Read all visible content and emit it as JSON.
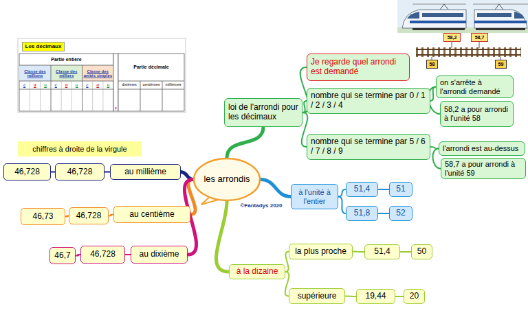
{
  "diagram": {
    "nodes": [
      {
        "text": [
          "chiffres à droite de la virgule"
        ]
      },
      {
        "text": [
          "les arrondis"
        ]
      },
      {
        "text": [
          "loi de l'arrondi pour les décimaux"
        ]
      },
      {
        "text": [
          "Je regarde quel arrondi est demandé"
        ]
      },
      {
        "text": [
          "nombre qui se termine par 0 / 1 / 2 / 3 / 4"
        ]
      },
      {
        "text": [
          "on s'arrête à l'arrondi demandé"
        ]
      },
      {
        "text": [
          "58,2 a pour arrondi à l'unité 58"
        ]
      },
      {
        "text": [
          "nombre qui se termine par 5 / 6 / 7 / 8 / 9"
        ]
      },
      {
        "text": [
          "l'arrondi est au-dessus"
        ]
      },
      {
        "text": [
          "58,7 a pour arrondi à l'unité 59"
        ]
      },
      {
        "text": [
          "46,728"
        ]
      },
      {
        "text": [
          "46,728"
        ]
      },
      {
        "text": [
          "au millième"
        ]
      },
      {
        "text": [
          "46,73"
        ]
      },
      {
        "text": [
          "46,728"
        ]
      },
      {
        "text": [
          "au centième"
        ]
      },
      {
        "text": [
          "46,7"
        ]
      },
      {
        "text": [
          "46,728"
        ]
      },
      {
        "text": [
          "au dixième"
        ]
      },
      {
        "text": [
          "à l'unité à l'entier"
        ]
      },
      {
        "text": [
          "51,4"
        ]
      },
      {
        "text": [
          "51"
        ]
      },
      {
        "text": [
          "51,8"
        ]
      },
      {
        "text": [
          "52"
        ]
      },
      {
        "text": [
          "à la dizaine"
        ]
      },
      {
        "text": [
          "la plus proche"
        ]
      },
      {
        "text": [
          "51,4"
        ]
      },
      {
        "text": [
          "50"
        ]
      },
      {
        "text": [
          "supérieure"
        ]
      },
      {
        "text": [
          "19,44"
        ]
      },
      {
        "text": [
          "20"
        ]
      }
    ],
    "edges": [
      {
        "from": 1,
        "to": 2,
        "arrow": "none"
      },
      {
        "from": 2,
        "to": 3,
        "arrow": "none"
      },
      {
        "from": 2,
        "to": 4,
        "arrow": "none"
      },
      {
        "from": 4,
        "to": 5,
        "arrow": "none"
      },
      {
        "from": 5,
        "to": 6,
        "arrow": "none"
      },
      {
        "from": 2,
        "to": 7,
        "arrow": "none"
      },
      {
        "from": 7,
        "to": 8,
        "arrow": "none"
      },
      {
        "from": 8,
        "to": 9,
        "arrow": "none"
      },
      {
        "from": 1,
        "to": 12,
        "arrow": "none"
      },
      {
        "from": 12,
        "to": 11,
        "arrow": "none"
      },
      {
        "from": 11,
        "to": 10,
        "arrow": "none"
      },
      {
        "from": 1,
        "to": 15,
        "arrow": "none"
      },
      {
        "from": 15,
        "to": 14,
        "arrow": "none"
      },
      {
        "from": 14,
        "to": 13,
        "arrow": "none"
      },
      {
        "from": 1,
        "to": 18,
        "arrow": "none"
      },
      {
        "from": 18,
        "to": 17,
        "arrow": "none"
      },
      {
        "from": 17,
        "to": 16,
        "arrow": "none"
      },
      {
        "from": 1,
        "to": 19,
        "arrow": "none"
      },
      {
        "from": 19,
        "to": 20,
        "arrow": "none"
      },
      {
        "from": 20,
        "to": 21,
        "arrow": "none"
      },
      {
        "from": 19,
        "to": 22,
        "arrow": "none"
      },
      {
        "from": 22,
        "to": 23,
        "arrow": "none"
      },
      {
        "from": 1,
        "to": 24,
        "arrow": "none"
      },
      {
        "from": 24,
        "to": 25,
        "arrow": "none"
      },
      {
        "from": 25,
        "to": 26,
        "arrow": "none"
      },
      {
        "from": 26,
        "to": 27,
        "arrow": "none"
      },
      {
        "from": 24,
        "to": 28,
        "arrow": "none"
      },
      {
        "from": 28,
        "to": 29,
        "arrow": "none"
      },
      {
        "from": 29,
        "to": 30,
        "arrow": "none"
      }
    ],
    "labels": [
      "Les décimaux",
      "Partie entière",
      "Partie décimale",
      "Classe des millions",
      "Classe des milliers",
      "Classe des unités simples",
      "c",
      "d",
      "u",
      "c",
      "d",
      "u",
      "c",
      "d",
      "u",
      "dixièmes",
      "centièmes",
      "millièmes",
      ",",
      "58,2",
      "58,7",
      "58",
      "59",
      "©Fantadys 2020"
    ]
  }
}
